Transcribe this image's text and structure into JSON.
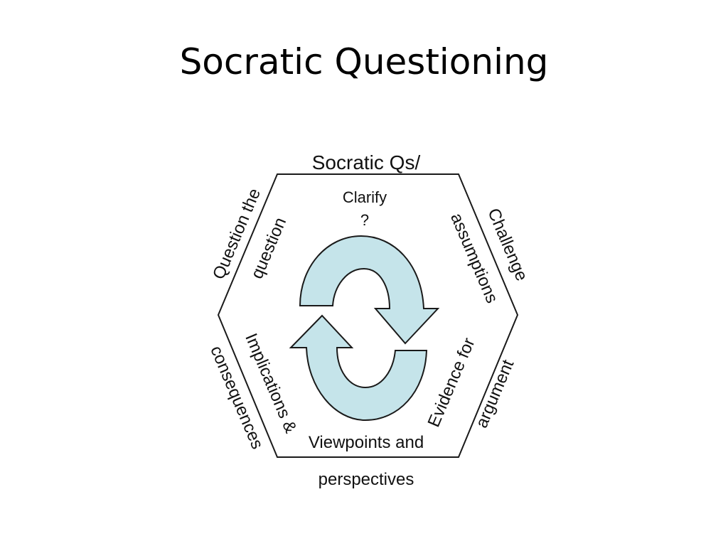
{
  "slide": {
    "title": "Socratic Questioning"
  },
  "diagram": {
    "colors": {
      "arrow_fill": "#c5e4ea",
      "stroke": "#1a1a1a"
    },
    "labels": {
      "top_outer": "Socratic Qs/",
      "top_inner_line1": "Clarify",
      "top_inner_line2": "?",
      "left_upper_outer": "Question the",
      "left_upper_inner": "question",
      "right_upper_outer": "Challenge",
      "right_upper_inner": "assumptions",
      "left_lower_outer": "consequences",
      "left_lower_inner": "Implications &",
      "right_lower_inner": "Evidence for",
      "right_lower_outer": "argument",
      "bottom_inner": "Viewpoints and",
      "bottom_outer": "perspectives"
    }
  }
}
